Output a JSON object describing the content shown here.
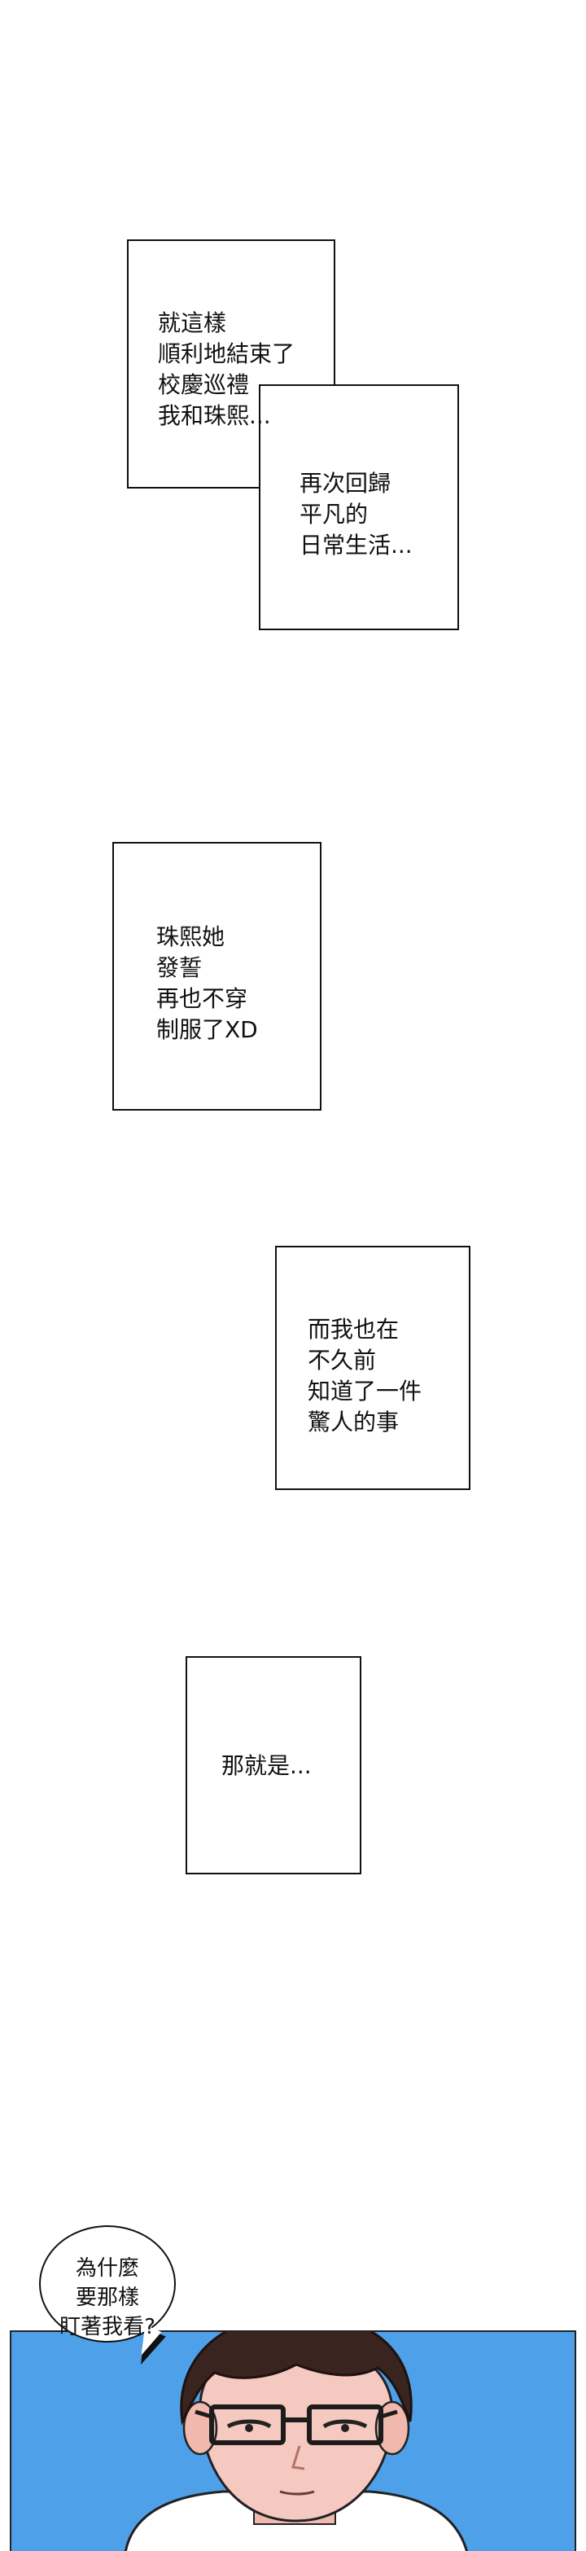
{
  "captions": {
    "c1": "就這樣\n順利地結束了\n校慶巡禮\n我和珠熙...",
    "c2": "再次回歸\n平凡的\n日常生活...",
    "c3": "珠熙她\n發誓\n再也不穿\n制服了XD",
    "c4": "而我也在\n不久前\n知道了一件\n驚人的事",
    "c5": "那就是..."
  },
  "speech_bubble": {
    "text": "為什麼\n要那樣\n盯著我看?"
  },
  "colors": {
    "panel_background": "#4ea1e9",
    "skin": "#f6c9c0",
    "hair": "#3a2420"
  }
}
